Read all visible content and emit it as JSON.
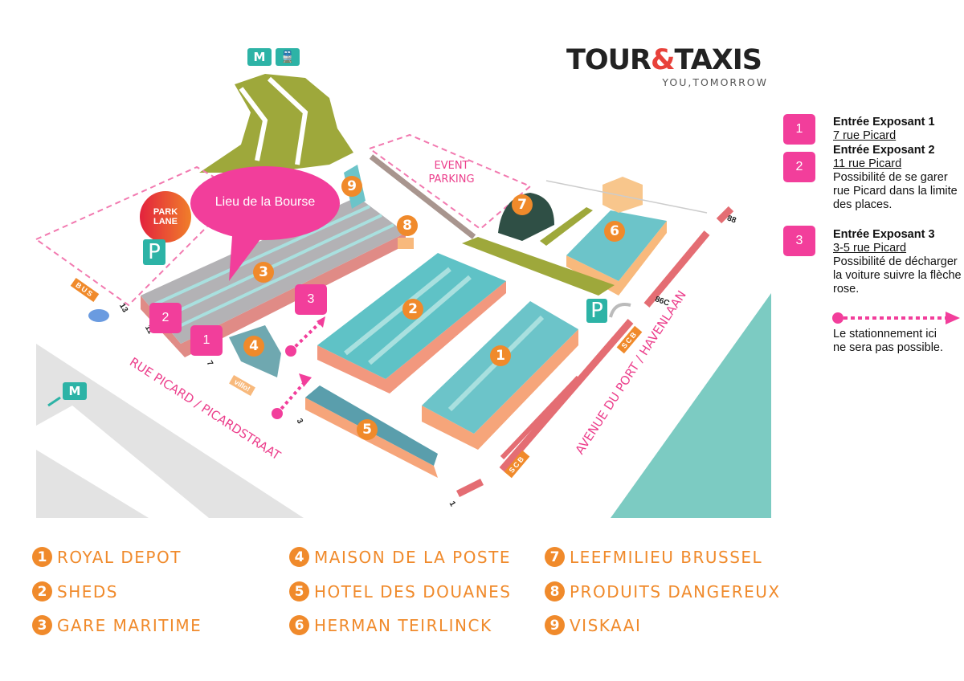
{
  "logo": {
    "word1": "TOUR",
    "amp": "&",
    "word2": "TAXIS",
    "tagline": "YOU,TOMORROW"
  },
  "map": {
    "bubble": "Lieu de la Bourse",
    "park_lane": [
      "PARK",
      "LANE"
    ],
    "event_parking": [
      "EVENT",
      "PARKING"
    ],
    "parking_sign": "P",
    "streets": {
      "picard": "RUE PICARD / PICARDSTRAAT",
      "port": "AVENUE DU PORT / HAVENLAAN"
    },
    "house_numbers": [
      "13",
      "11",
      "7",
      "3",
      "1",
      "88",
      "86C"
    ],
    "tags": {
      "bus": "BUS",
      "scb": "SCB",
      "villo": "villo!"
    },
    "metro": "M",
    "entrances": [
      "1",
      "2",
      "3"
    ],
    "buildings": [
      "1",
      "2",
      "3",
      "4",
      "5",
      "6",
      "7",
      "8",
      "9"
    ]
  },
  "legend": {
    "entries": [
      {
        "num": "1",
        "title": "Entrée Exposant 1",
        "address": "7 rue Picard",
        "note": ""
      },
      {
        "num": "2",
        "title": "Entrée Exposant 2",
        "address": "11 rue Picard",
        "note": "Possibilité de se garer rue Picard dans la limite des places."
      },
      {
        "num": "3",
        "title": "Entrée Exposant 3",
        "address": "3-5 rue Picard",
        "note": "Possibilité de décharger la voiture suivre la flèche rose."
      }
    ],
    "arrow_note": "Le stationnement ici ne sera pas possible.",
    "accent": "#f23e9b"
  },
  "buildings": [
    {
      "num": "1",
      "name": "ROYAL DEPOT"
    },
    {
      "num": "2",
      "name": "SHEDS"
    },
    {
      "num": "3",
      "name": "GARE MARITIME"
    },
    {
      "num": "4",
      "name": "MAISON DE LA POSTE"
    },
    {
      "num": "5",
      "name": "HOTEL DES DOUANES"
    },
    {
      "num": "6",
      "name": "HERMAN TEIRLINCK"
    },
    {
      "num": "7",
      "name": "LEEFMILIEU BRUSSEL"
    },
    {
      "num": "8",
      "name": "PRODUITS DANGEREUX"
    },
    {
      "num": "9",
      "name": "VISKAAI"
    }
  ]
}
